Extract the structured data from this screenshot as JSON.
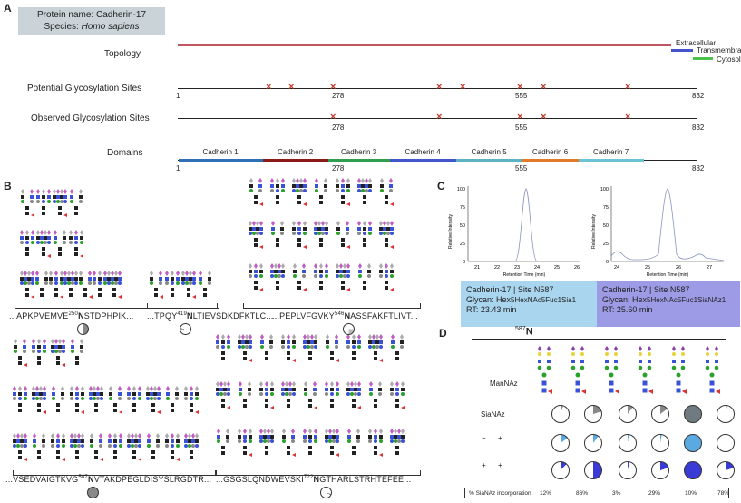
{
  "panels": {
    "a": "A",
    "b": "B",
    "c": "C",
    "d": "D"
  },
  "protein": {
    "name_line": "Protein name: Cadherin-17",
    "species_prefix": "Species: ",
    "species_italic": "Homo sapiens"
  },
  "tracks": {
    "topology": "Topology",
    "potential": "Potential Glycosylation Sites",
    "observed": "Observed Glycosylation Sites",
    "domains": "Domains"
  },
  "topology_legend": {
    "extracellular": "Extracellular",
    "transmembrane": "Transmembrane",
    "cytosolic": "Cytosolic"
  },
  "axis_ticks": {
    "start": "1",
    "mid1": "278",
    "mid2": "555",
    "end": "832"
  },
  "domain_names": [
    "Cadherin 1",
    "Cadherin 2",
    "Cadherin 3",
    "Cadherin 4",
    "Cadherin 5",
    "Cadherin 6",
    "Cadherin 7"
  ],
  "domain_colors": [
    "#2f6fb5",
    "#8b1a1a",
    "#2e9e4f",
    "#4455cc",
    "#5bb3c2",
    "#e07b2a",
    "#6cc3d5"
  ],
  "colors": {
    "extracellular": "#c0565f",
    "transmembrane": "#4455cc",
    "cytosolic": "#4cc24c",
    "xmark": "#c0392b",
    "card_blue": "#a9d5ef",
    "card_purple": "#9d9be6"
  },
  "sequences": {
    "s250": {
      "pre": "...APKPVEMVE",
      "sup": "250",
      "n": "N",
      "post": "STDPHPIK..."
    },
    "s419": {
      "pre": "...TPQY",
      "sup": "419",
      "n": "N",
      "post": "LTIEVSDKDFKTLC..."
    },
    "s546": {
      "pre": "...PEPLVFGVKY",
      "sup": "546",
      "n": "N",
      "post": "ASSFAKFTLIVT..."
    },
    "s587": {
      "pre": "...VSEDVAIGTKVG",
      "sup": "587",
      "n": "N",
      "post": "VTAKDPEGLDISYSLRGDTR..."
    },
    "s722": {
      "pre": "...GSGSLQNDWEVSKI",
      "sup": "722",
      "n": "N",
      "post": "GTHARLSTRHTEFEE..."
    }
  },
  "chromatograms": {
    "y_label": "Relative Intensity",
    "x_label": "Retention Time (min)",
    "left": {
      "x_ticks": [
        "21",
        "22",
        "23",
        "24",
        "25",
        "26"
      ],
      "y_ticks": [
        "0",
        "25",
        "50",
        "75",
        "100"
      ]
    },
    "right": {
      "x_ticks": [
        "24",
        "25",
        "26",
        "27"
      ],
      "y_ticks": [
        "0",
        "25",
        "50",
        "75",
        "100"
      ]
    }
  },
  "cards": {
    "left": {
      "line1": "Cadherin-17 | Site N587",
      "glycan_prefix": "Glycan: Hex",
      "glycan_rest": "5HexNAc5Fuc1Sia1",
      "rt": "RT: 23.43 min"
    },
    "right": {
      "line1": "Cadherin-17 | Site N587",
      "glycan_prefix": "Glycan: Hex",
      "glycan_rest": "5HexNAc5Fuc1SiaNAz1",
      "rt": "RT: 25.60 min"
    }
  },
  "panel_d": {
    "site_sup": "587",
    "site_n": "N",
    "manaz": "ManNAz",
    "sianaz": "SiaNAz",
    "rows": [
      {
        "a": "−",
        "b": "−"
      },
      {
        "a": "−",
        "b": "+"
      },
      {
        "a": "+",
        "b": "+"
      }
    ],
    "incorporation_label": "% SiaNAz incorporation",
    "incorporation": [
      "12%",
      "86%",
      "3%",
      "29%",
      "10%",
      "78%"
    ]
  }
}
